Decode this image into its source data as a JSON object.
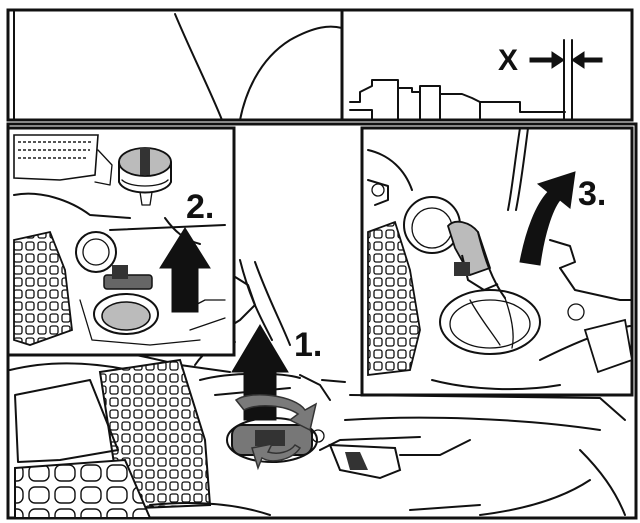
{
  "callouts": {
    "detail_x": "X",
    "step_1": "1.",
    "step_2": "2.",
    "step_3": "3."
  },
  "icons": [
    "up-arrow-icon",
    "rotate-arrow-icon",
    "curved-arrow-icon",
    "dimension-arrow-icon"
  ]
}
